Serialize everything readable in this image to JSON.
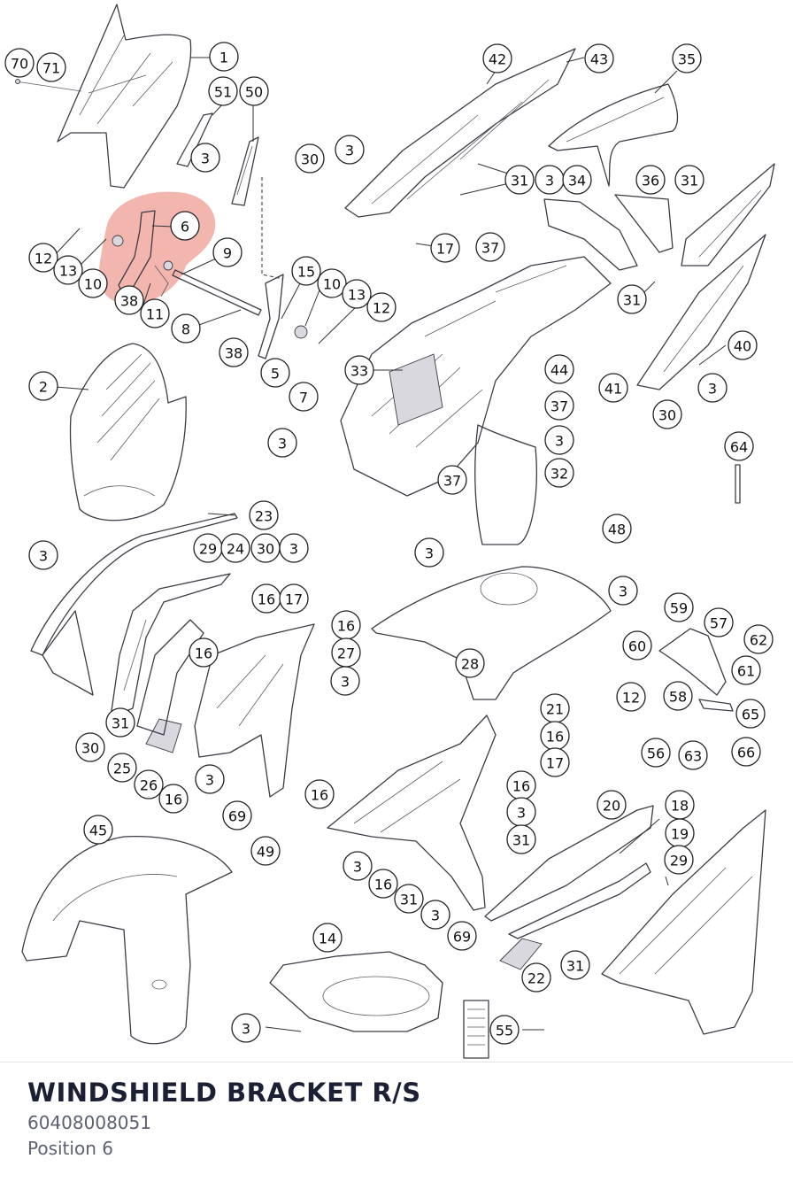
{
  "selected_part": {
    "title": "WINDSHIELD BRACKET R/S",
    "part_number": "60408008051",
    "position": "Position 6"
  },
  "highlight_color": "#e3503f",
  "callouts": [
    {
      "label": "70"
    },
    {
      "label": "71"
    },
    {
      "label": "1"
    },
    {
      "label": "51"
    },
    {
      "label": "50"
    },
    {
      "label": "3"
    },
    {
      "label": "6"
    },
    {
      "label": "12"
    },
    {
      "label": "13"
    },
    {
      "label": "10"
    },
    {
      "label": "38"
    },
    {
      "label": "11"
    },
    {
      "label": "8"
    },
    {
      "label": "9"
    },
    {
      "label": "15"
    },
    {
      "label": "10"
    },
    {
      "label": "13"
    },
    {
      "label": "12"
    },
    {
      "label": "38"
    },
    {
      "label": "5"
    },
    {
      "label": "2"
    },
    {
      "label": "42"
    },
    {
      "label": "43"
    },
    {
      "label": "35"
    },
    {
      "label": "30"
    },
    {
      "label": "3"
    },
    {
      "label": "31"
    },
    {
      "label": "3"
    },
    {
      "label": "34"
    },
    {
      "label": "36"
    },
    {
      "label": "31"
    },
    {
      "label": "17"
    },
    {
      "label": "37"
    },
    {
      "label": "31"
    },
    {
      "label": "40"
    },
    {
      "label": "41"
    },
    {
      "label": "3"
    },
    {
      "label": "30"
    },
    {
      "label": "33"
    },
    {
      "label": "44"
    },
    {
      "label": "7"
    },
    {
      "label": "3"
    },
    {
      "label": "37"
    },
    {
      "label": "3"
    },
    {
      "label": "37"
    },
    {
      "label": "32"
    },
    {
      "label": "64"
    },
    {
      "label": "48"
    },
    {
      "label": "23"
    },
    {
      "label": "3"
    },
    {
      "label": "29"
    },
    {
      "label": "24"
    },
    {
      "label": "30"
    },
    {
      "label": "3"
    },
    {
      "label": "3"
    },
    {
      "label": "3"
    },
    {
      "label": "16"
    },
    {
      "label": "17"
    },
    {
      "label": "16"
    },
    {
      "label": "16"
    },
    {
      "label": "27"
    },
    {
      "label": "3"
    },
    {
      "label": "28"
    },
    {
      "label": "59"
    },
    {
      "label": "57"
    },
    {
      "label": "62"
    },
    {
      "label": "60"
    },
    {
      "label": "61"
    },
    {
      "label": "12"
    },
    {
      "label": "58"
    },
    {
      "label": "65"
    },
    {
      "label": "56"
    },
    {
      "label": "63"
    },
    {
      "label": "66"
    },
    {
      "label": "31"
    },
    {
      "label": "30"
    },
    {
      "label": "25"
    },
    {
      "label": "26"
    },
    {
      "label": "16"
    },
    {
      "label": "3"
    },
    {
      "label": "69"
    },
    {
      "label": "16"
    },
    {
      "label": "21"
    },
    {
      "label": "16"
    },
    {
      "label": "17"
    },
    {
      "label": "16"
    },
    {
      "label": "3"
    },
    {
      "label": "31"
    },
    {
      "label": "45"
    },
    {
      "label": "49"
    },
    {
      "label": "3"
    },
    {
      "label": "16"
    },
    {
      "label": "31"
    },
    {
      "label": "3"
    },
    {
      "label": "69"
    },
    {
      "label": "20"
    },
    {
      "label": "18"
    },
    {
      "label": "19"
    },
    {
      "label": "29"
    },
    {
      "label": "31"
    },
    {
      "label": "22"
    },
    {
      "label": "14"
    },
    {
      "label": "3"
    },
    {
      "label": "55"
    }
  ]
}
